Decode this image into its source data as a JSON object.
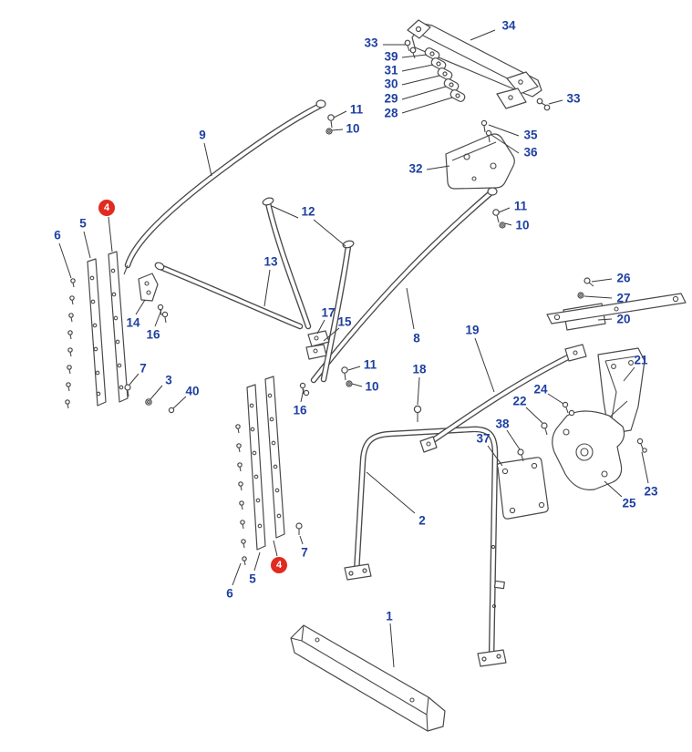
{
  "diagram": {
    "type": "exploded-parts-diagram",
    "callouts": [
      {
        "text": "34"
      },
      {
        "text": "33"
      },
      {
        "text": "39"
      },
      {
        "text": "31"
      },
      {
        "text": "30"
      },
      {
        "text": "29"
      },
      {
        "text": "28"
      },
      {
        "text": "33"
      },
      {
        "text": "11"
      },
      {
        "text": "10"
      },
      {
        "text": "35"
      },
      {
        "text": "36"
      },
      {
        "text": "32"
      },
      {
        "text": "9"
      },
      {
        "text": "11"
      },
      {
        "text": "10"
      },
      {
        "text": "12"
      },
      {
        "text": "5"
      },
      {
        "text": "6"
      },
      {
        "text": "13"
      },
      {
        "text": "26"
      },
      {
        "text": "27"
      },
      {
        "text": "20"
      },
      {
        "text": "14"
      },
      {
        "text": "16"
      },
      {
        "text": "17"
      },
      {
        "text": "15"
      },
      {
        "text": "8"
      },
      {
        "text": "19"
      },
      {
        "text": "21"
      },
      {
        "text": "7"
      },
      {
        "text": "3"
      },
      {
        "text": "40"
      },
      {
        "text": "11"
      },
      {
        "text": "10"
      },
      {
        "text": "16"
      },
      {
        "text": "18"
      },
      {
        "text": "24"
      },
      {
        "text": "22"
      },
      {
        "text": "38"
      },
      {
        "text": "37"
      },
      {
        "text": "2"
      },
      {
        "text": "23"
      },
      {
        "text": "25"
      },
      {
        "text": "7"
      },
      {
        "text": "5"
      },
      {
        "text": "6"
      },
      {
        "text": "1"
      }
    ],
    "highlighted": [
      {
        "text": "4"
      },
      {
        "text": "4"
      }
    ]
  },
  "colors": {
    "callout_text": "#1e3fa0",
    "highlight_bg": "#e02b21",
    "highlight_text": "#ffffff",
    "artwork_line": "#4a4a4a",
    "background": "#ffffff"
  }
}
